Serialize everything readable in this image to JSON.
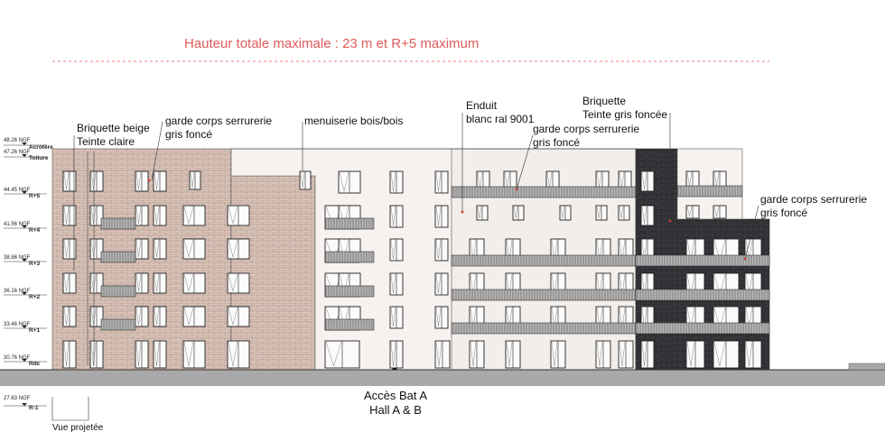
{
  "title": "Hauteur totale maximale : 23 m et R+5 maximum",
  "annotations": {
    "briquette_beige": [
      "Briquette beige",
      "Teinte claire"
    ],
    "garde_corps_1": [
      "garde corps serrurerie",
      "gris foncé"
    ],
    "menuiserie": "menuiserie bois/bois",
    "enduit": [
      "Enduit",
      "blanc ral 9001"
    ],
    "garde_corps_2": [
      "garde corps serrurerie",
      "gris foncé"
    ],
    "briquette_grise": [
      "Briquette",
      "Teinte gris foncée"
    ],
    "garde_corps_3": [
      "garde corps serrurerie",
      "gris foncé"
    ]
  },
  "levels": [
    {
      "ngf": "48.26 NGF",
      "name": "Acrotère"
    },
    {
      "ngf": "47.26 NGF",
      "name": "Toiture"
    },
    {
      "ngf": "44.45 NGF",
      "name": "R+5"
    },
    {
      "ngf": "41.56 NGF",
      "name": "R+4"
    },
    {
      "ngf": "38.86 NGF",
      "name": "R+3"
    },
    {
      "ngf": "36.16 NGF",
      "name": "R+2"
    },
    {
      "ngf": "33.46 NGF",
      "name": "R+1"
    },
    {
      "ngf": "30.76 NGF",
      "name": "Rdc"
    },
    {
      "ngf": "27.63 NGF",
      "name": "R-1"
    }
  ],
  "access": [
    "Accès Bat A",
    "Hall A & B"
  ],
  "view_label": "Vue projetée",
  "colors": {
    "title": "#e05a5a",
    "brick_beige": "#d8c2b6",
    "brick_dark": "#2f2f33",
    "render_white": "#f7f2ef",
    "railing": "#8a8a8a",
    "ground": "#a9a9a9",
    "annotation_marker": "#d0392f"
  }
}
